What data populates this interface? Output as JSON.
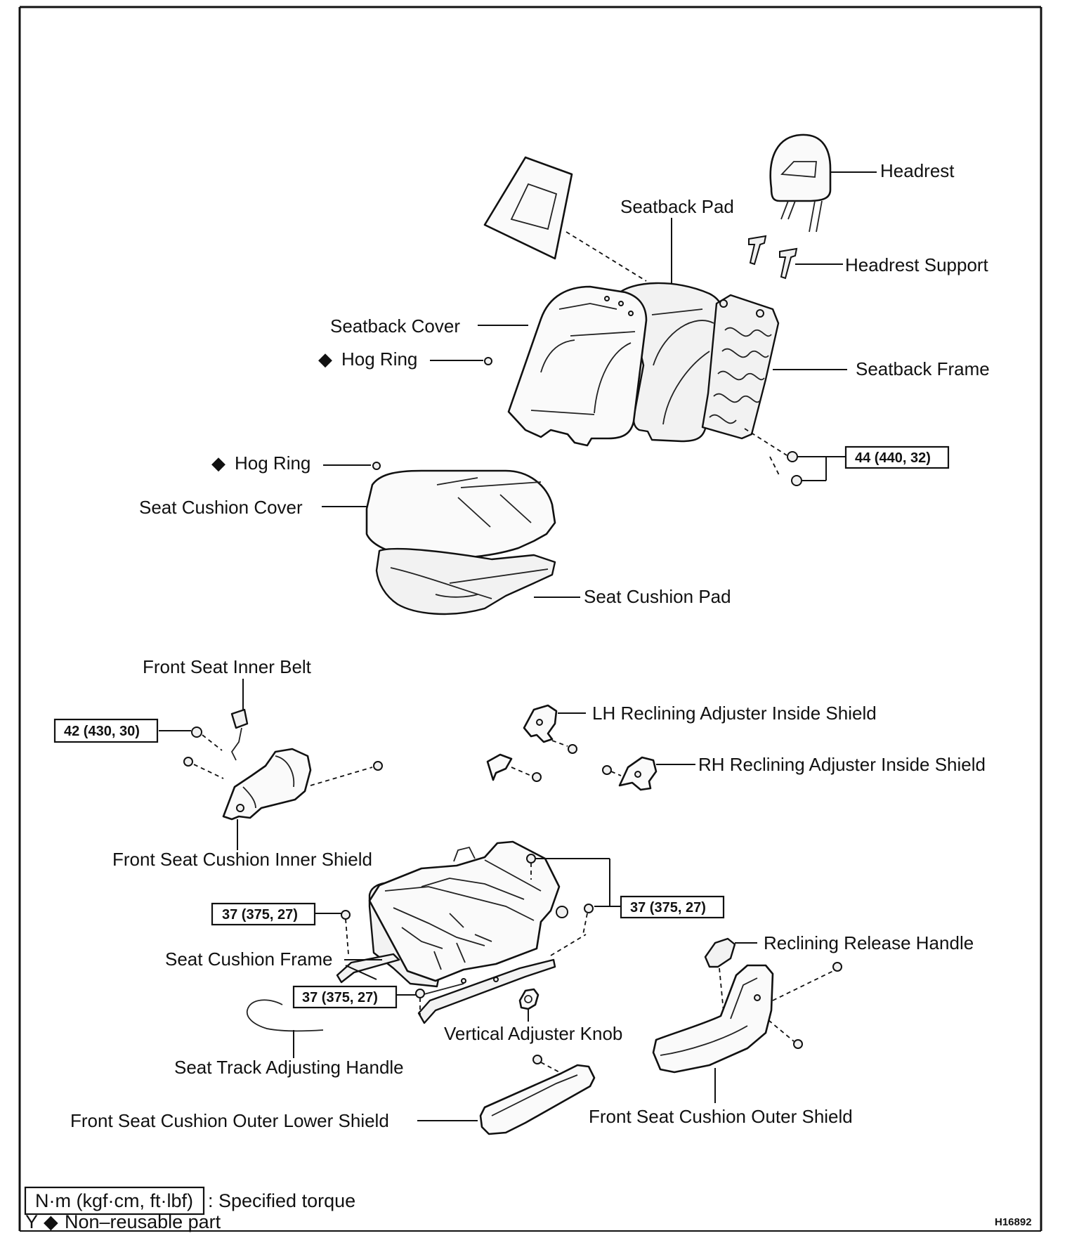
{
  "labels": {
    "headrest": "Headrest",
    "seatback_pad": "Seatback Pad",
    "headrest_support": "Headrest Support",
    "seatback_cover": "Seatback Cover",
    "hog_ring_upper": "Hog Ring",
    "seatback_frame": "Seatback Frame",
    "hog_ring_lower": "Hog Ring",
    "seat_cushion_cover": "Seat Cushion Cover",
    "seat_cushion_pad": "Seat Cushion Pad",
    "front_seat_inner_belt": "Front Seat Inner Belt",
    "lh_reclining_shield": "LH Reclining Adjuster Inside Shield",
    "rh_reclining_shield": "RH Reclining Adjuster Inside Shield",
    "front_seat_cushion_inner_shield": "Front Seat Cushion Inner Shield",
    "seat_cushion_frame": "Seat Cushion Frame",
    "reclining_release_handle": "Reclining Release Handle",
    "vertical_adjuster_knob": "Vertical Adjuster Knob",
    "seat_track_adjusting_handle": "Seat Track Adjusting Handle",
    "front_seat_cushion_outer_lower_shield": "Front Seat Cushion Outer Lower Shield",
    "front_seat_cushion_outer_shield": "Front Seat Cushion Outer Shield"
  },
  "torques": {
    "seatback_frame_bolts": "44 (440, 32)",
    "inner_belt_bolt": "42 (430, 30)",
    "frame_left": "37 (375, 27)",
    "frame_right": "37 (375, 27)",
    "track_bolt": "37 (375, 27)"
  },
  "non_reusable_marker": "◆",
  "legend": {
    "unit_box": "N·m (kgf·cm, ft·lbf)",
    "unit_text": ": Specified torque",
    "nonreusable_prefix": "Y",
    "nonreusable_text": "Non–reusable part"
  },
  "figure_code": "H16892"
}
